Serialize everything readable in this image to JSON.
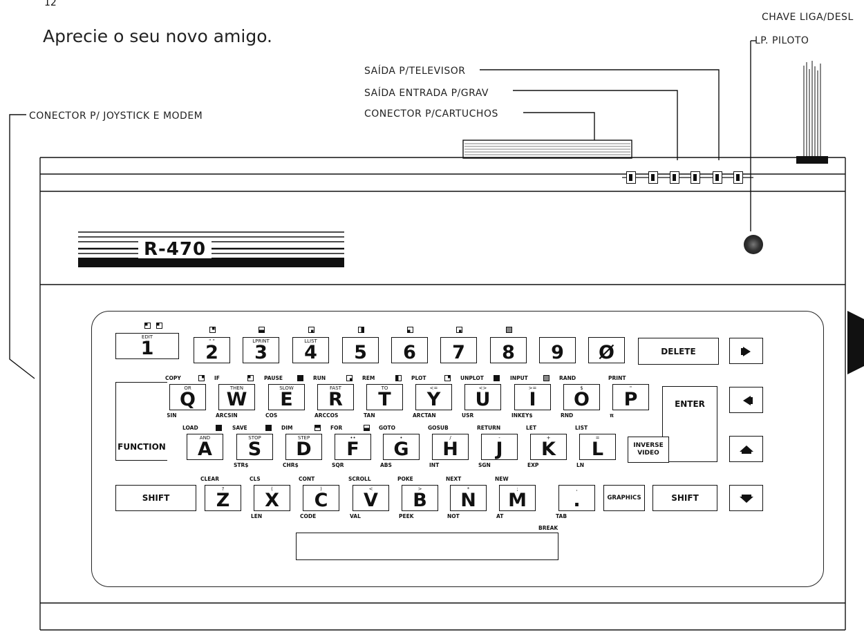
{
  "page_number": "12",
  "title": "Aprecie o seu novo amigo.",
  "logo_text": "R-470",
  "callouts": {
    "chave": "CHAVE LIGA/DESL",
    "piloto": "LP. PILOTO",
    "televisor": "SAÍDA P/TELEVISOR",
    "grav": "SAÍDA ENTRADA P/GRAV",
    "cartuchos": "CONECTOR P/CARTUCHOS",
    "joystick": "CONECTOR P/ JOYSTICK E MODEM"
  },
  "keyboard": {
    "function": "FUNCTION",
    "delete": "DELETE",
    "enter": "ENTER",
    "shift_left": "SHIFT",
    "shift_right": "SHIFT",
    "inverse_video": "INVERSE VIDEO",
    "graphics": "GRAPHICS",
    "break": "BREAK",
    "row1": [
      {
        "main": "1",
        "inner": "EDIT",
        "gfx": "q-tl"
      },
      {
        "main": "2",
        "inner": "\" \"",
        "gfx": "q-tr"
      },
      {
        "main": "3",
        "inner": "LPRINT",
        "gfx": "half-bot"
      },
      {
        "main": "4",
        "inner": "LLIST",
        "gfx": "q-br"
      },
      {
        "main": "5",
        "inner": "",
        "gfx": "half-right"
      },
      {
        "main": "6",
        "inner": "",
        "gfx": "q-bl"
      },
      {
        "main": "7",
        "inner": "",
        "gfx": "q-br"
      },
      {
        "main": "8",
        "inner": "",
        "gfx": "gray"
      },
      {
        "main": "9",
        "inner": ""
      },
      {
        "main": "Ø",
        "inner": ""
      }
    ],
    "row2": [
      {
        "main": "Q",
        "inner": "OR",
        "top": "COPY",
        "bottom": "SIN",
        "gfx": "q-tr"
      },
      {
        "main": "W",
        "inner": "THEN",
        "top": "IF",
        "bottom": "ARCSIN",
        "gfx": "q-tl"
      },
      {
        "main": "E",
        "inner": "SLOW",
        "top": "PAUSE",
        "bottom": "COS",
        "gfx": "full"
      },
      {
        "main": "R",
        "inner": "FAST",
        "top": "RUN",
        "bottom": "ARCCOS",
        "gfx": "q-br"
      },
      {
        "main": "T",
        "inner": "TO",
        "top": "REM",
        "bottom": "TAN",
        "gfx": "half-left"
      },
      {
        "main": "Y",
        "inner": "<=",
        "top": "PLOT",
        "bottom": "ARCTAN",
        "gfx": "q-tr"
      },
      {
        "main": "U",
        "inner": "<>",
        "top": "UNPLOT",
        "bottom": "USR",
        "gfx": "full"
      },
      {
        "main": "I",
        "inner": ">=",
        "top": "INPUT",
        "bottom": "INKEY$",
        "gfx": "gray"
      },
      {
        "main": "O",
        "inner": "$",
        "top": "RAND",
        "bottom": "RND"
      },
      {
        "main": "P",
        "inner": "\"",
        "top": "PRINT",
        "bottom": "π"
      }
    ],
    "row3": [
      {
        "main": "A",
        "inner": "AND",
        "top": "LOAD",
        "bottom": "",
        "gfx": "full"
      },
      {
        "main": "S",
        "inner": "STOP",
        "top": "SAVE",
        "bottom": "STR$",
        "gfx": "full"
      },
      {
        "main": "D",
        "inner": "STEP",
        "top": "DIM",
        "bottom": "CHR$",
        "gfx": "half-top"
      },
      {
        "main": "F",
        "inner": "••",
        "top": "FOR",
        "bottom": "SQR",
        "gfx": "half-bot"
      },
      {
        "main": "G",
        "inner": "•",
        "top": "GOTO",
        "bottom": "ABS"
      },
      {
        "main": "H",
        "inner": "/",
        "top": "GOSUB",
        "bottom": "INT"
      },
      {
        "main": "J",
        "inner": "-",
        "top": "RETURN",
        "bottom": "SGN"
      },
      {
        "main": "K",
        "inner": "+",
        "top": "LET",
        "bottom": "EXP"
      },
      {
        "main": "L",
        "inner": "=",
        "top": "LIST",
        "bottom": "LN"
      }
    ],
    "row4": [
      {
        "main": "Z",
        "inner": "?",
        "top": "CLEAR",
        "bottom": ""
      },
      {
        "main": "X",
        "inner": "(",
        "top": "CLS",
        "bottom": "LEN"
      },
      {
        "main": "C",
        "inner": ")",
        "top": "CONT",
        "bottom": "CODE"
      },
      {
        "main": "V",
        "inner": "<",
        "top": "SCROLL",
        "bottom": "VAL"
      },
      {
        "main": "B",
        "inner": ">",
        "top": "POKE",
        "bottom": "PEEK"
      },
      {
        "main": "N",
        "inner": "*",
        "top": "NEXT",
        "bottom": "NOT"
      },
      {
        "main": "M",
        "inner": ";",
        "top": "NEW",
        "bottom": "AT"
      },
      {
        "main": ".",
        "inner": ",",
        "top": "",
        "bottom": "TAB"
      }
    ]
  }
}
